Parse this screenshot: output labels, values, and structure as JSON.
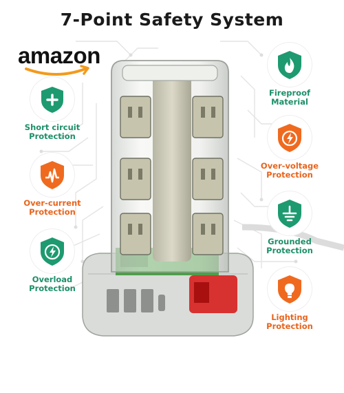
{
  "title": "7-Point Safety System",
  "brand": {
    "text": "amazon",
    "logo": "amazon-smile-logo"
  },
  "colors": {
    "green": "#1d9a70",
    "orange": "#ef6a1f",
    "text": "#1a1a1a"
  },
  "features": [
    {
      "id": "short-circuit",
      "line1": "Short circuit",
      "line2": "Protection",
      "color": "green",
      "icon": "shield-plus-icon"
    },
    {
      "id": "over-current",
      "line1": "Over-current",
      "line2": "Protection",
      "color": "orange",
      "icon": "shield-waveform-icon"
    },
    {
      "id": "overload",
      "line1": "Overload",
      "line2": "Protection",
      "color": "green",
      "icon": "shield-bolt-icon"
    },
    {
      "id": "fireproof",
      "line1": "Fireproof",
      "line2": "Material",
      "color": "green",
      "icon": "shield-flame-icon"
    },
    {
      "id": "over-voltage",
      "line1": "Over-voltage",
      "line2": "Protection",
      "color": "orange",
      "icon": "shield-bolt-circle-icon"
    },
    {
      "id": "grounded",
      "line1": "Grounded",
      "line2": "Protection",
      "color": "green",
      "icon": "shield-ground-icon"
    },
    {
      "id": "lighting",
      "line1": "Lighting",
      "line2": "Protection",
      "color": "orange",
      "icon": "shield-bulb-icon"
    }
  ]
}
